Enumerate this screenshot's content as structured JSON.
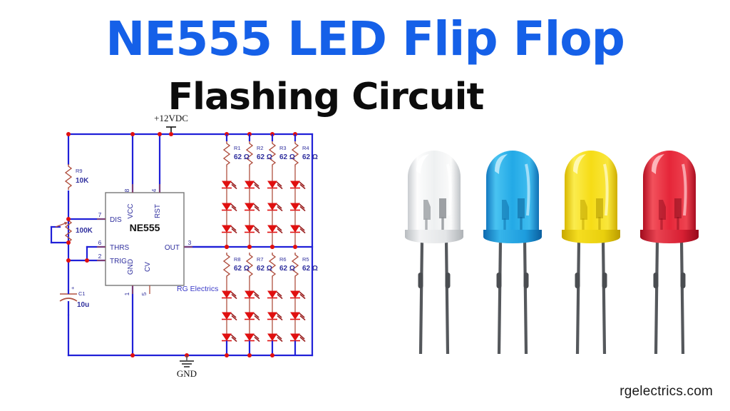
{
  "title": {
    "main": "NE555 LED Flip Flop",
    "sub": "Flashing Circuit",
    "main_color": "#1560e8",
    "sub_color": "#0c0c0c"
  },
  "footer": {
    "site": "rgelectrics.com"
  },
  "schematic": {
    "watermark": "RG Electrics",
    "supply_label": "+12VDC",
    "ground_label": "GND",
    "ic": {
      "name": "NE555",
      "pins": [
        {
          "number": "8",
          "name": "VCC"
        },
        {
          "number": "4",
          "name": "RST"
        },
        {
          "number": "7",
          "name": "DIS"
        },
        {
          "number": "6",
          "name": "THRS"
        },
        {
          "number": "2",
          "name": "TRIG"
        },
        {
          "number": "3",
          "name": "OUT"
        },
        {
          "number": "1",
          "name": "GND"
        },
        {
          "number": "5",
          "name": "CV"
        }
      ]
    },
    "components": [
      {
        "ref": "R9",
        "value": "10K"
      },
      {
        "ref": "",
        "value": "100K"
      },
      {
        "ref": "C1",
        "value": "10u"
      },
      {
        "ref": "R1",
        "value": "62 Ω"
      },
      {
        "ref": "R2",
        "value": "62 Ω"
      },
      {
        "ref": "R3",
        "value": "62 Ω"
      },
      {
        "ref": "R4",
        "value": "62 Ω"
      },
      {
        "ref": "R8",
        "value": "62 Ω"
      },
      {
        "ref": "R7",
        "value": "62 Ω"
      },
      {
        "ref": "R6",
        "value": "62 Ω"
      },
      {
        "ref": "R5",
        "value": "62 Ω"
      }
    ],
    "wire_color": "#2020d8",
    "component_color": "#b05040",
    "led_color": "#e01010",
    "node_color": "#e01010"
  },
  "leds": [
    {
      "name": "white-led",
      "color_label": "clear-white",
      "body": "#e9eaec",
      "body_dark": "#b9bcc0",
      "body_light": "#ffffff"
    },
    {
      "name": "blue-led",
      "color_label": "blue",
      "body": "#20a8e8",
      "body_dark": "#1577b8",
      "body_light": "#7fd6f6"
    },
    {
      "name": "yellow-led",
      "color_label": "yellow",
      "body": "#f4d814",
      "body_dark": "#d4b200",
      "body_light": "#fdf07a"
    },
    {
      "name": "red-led",
      "color_label": "red",
      "body": "#e8303c",
      "body_dark": "#bb1226",
      "body_light": "#f58a8f"
    }
  ]
}
